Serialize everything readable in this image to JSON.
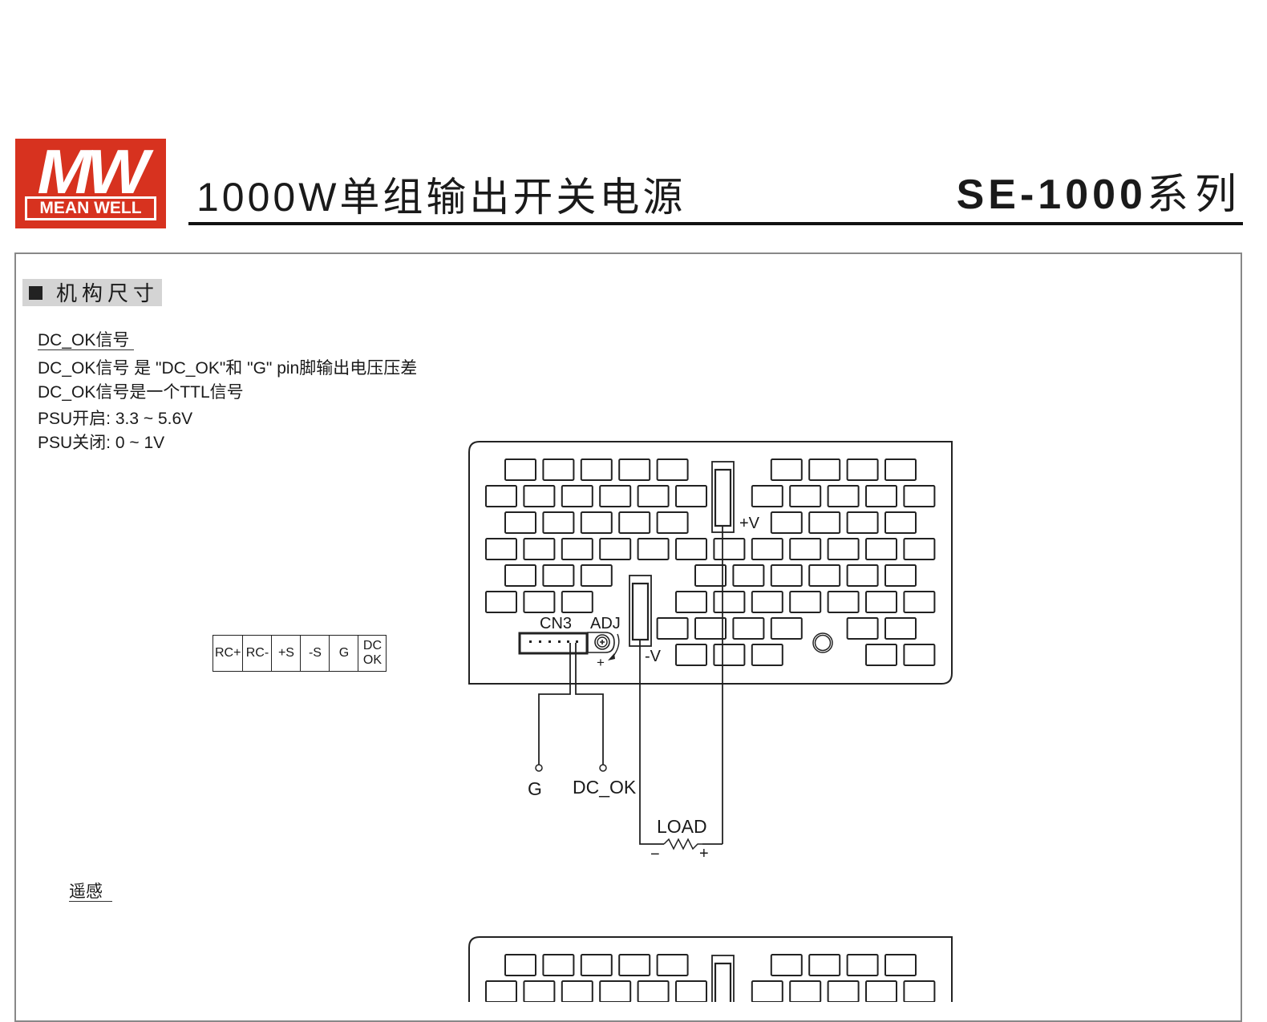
{
  "header": {
    "logo": {
      "mark": "MW",
      "brand": "MEAN WELL",
      "color": "#d7321f"
    },
    "title": "1000W单组输出开关电源",
    "series_model": "SE-1000",
    "series_suffix": "系列"
  },
  "section": {
    "label": "机构尺寸"
  },
  "dc_ok": {
    "heading": "DC_OK信号",
    "lines": [
      "DC_OK信号 是 \"DC_OK\"和 \"G\" pin脚输出电压压差",
      "DC_OK信号是一个TTL信号",
      "PSU开启: 3.3 ~ 5.6V",
      "PSU关闭: 0 ~ 1V"
    ]
  },
  "pin_table": {
    "pins": [
      "RC+",
      "RC-",
      "+S",
      "-S",
      "G",
      "DC OK"
    ]
  },
  "diagram": {
    "connector_label": "CN3",
    "adj_label": "ADJ",
    "adj_direction": "+",
    "plus_v_label": "+V",
    "minus_v_label": "-V",
    "g_terminal": "G",
    "dcok_terminal": "DC_OK",
    "load_label": "LOAD",
    "load_minus": "−",
    "load_plus": "+"
  },
  "remote_sense": {
    "heading": "遥感"
  }
}
